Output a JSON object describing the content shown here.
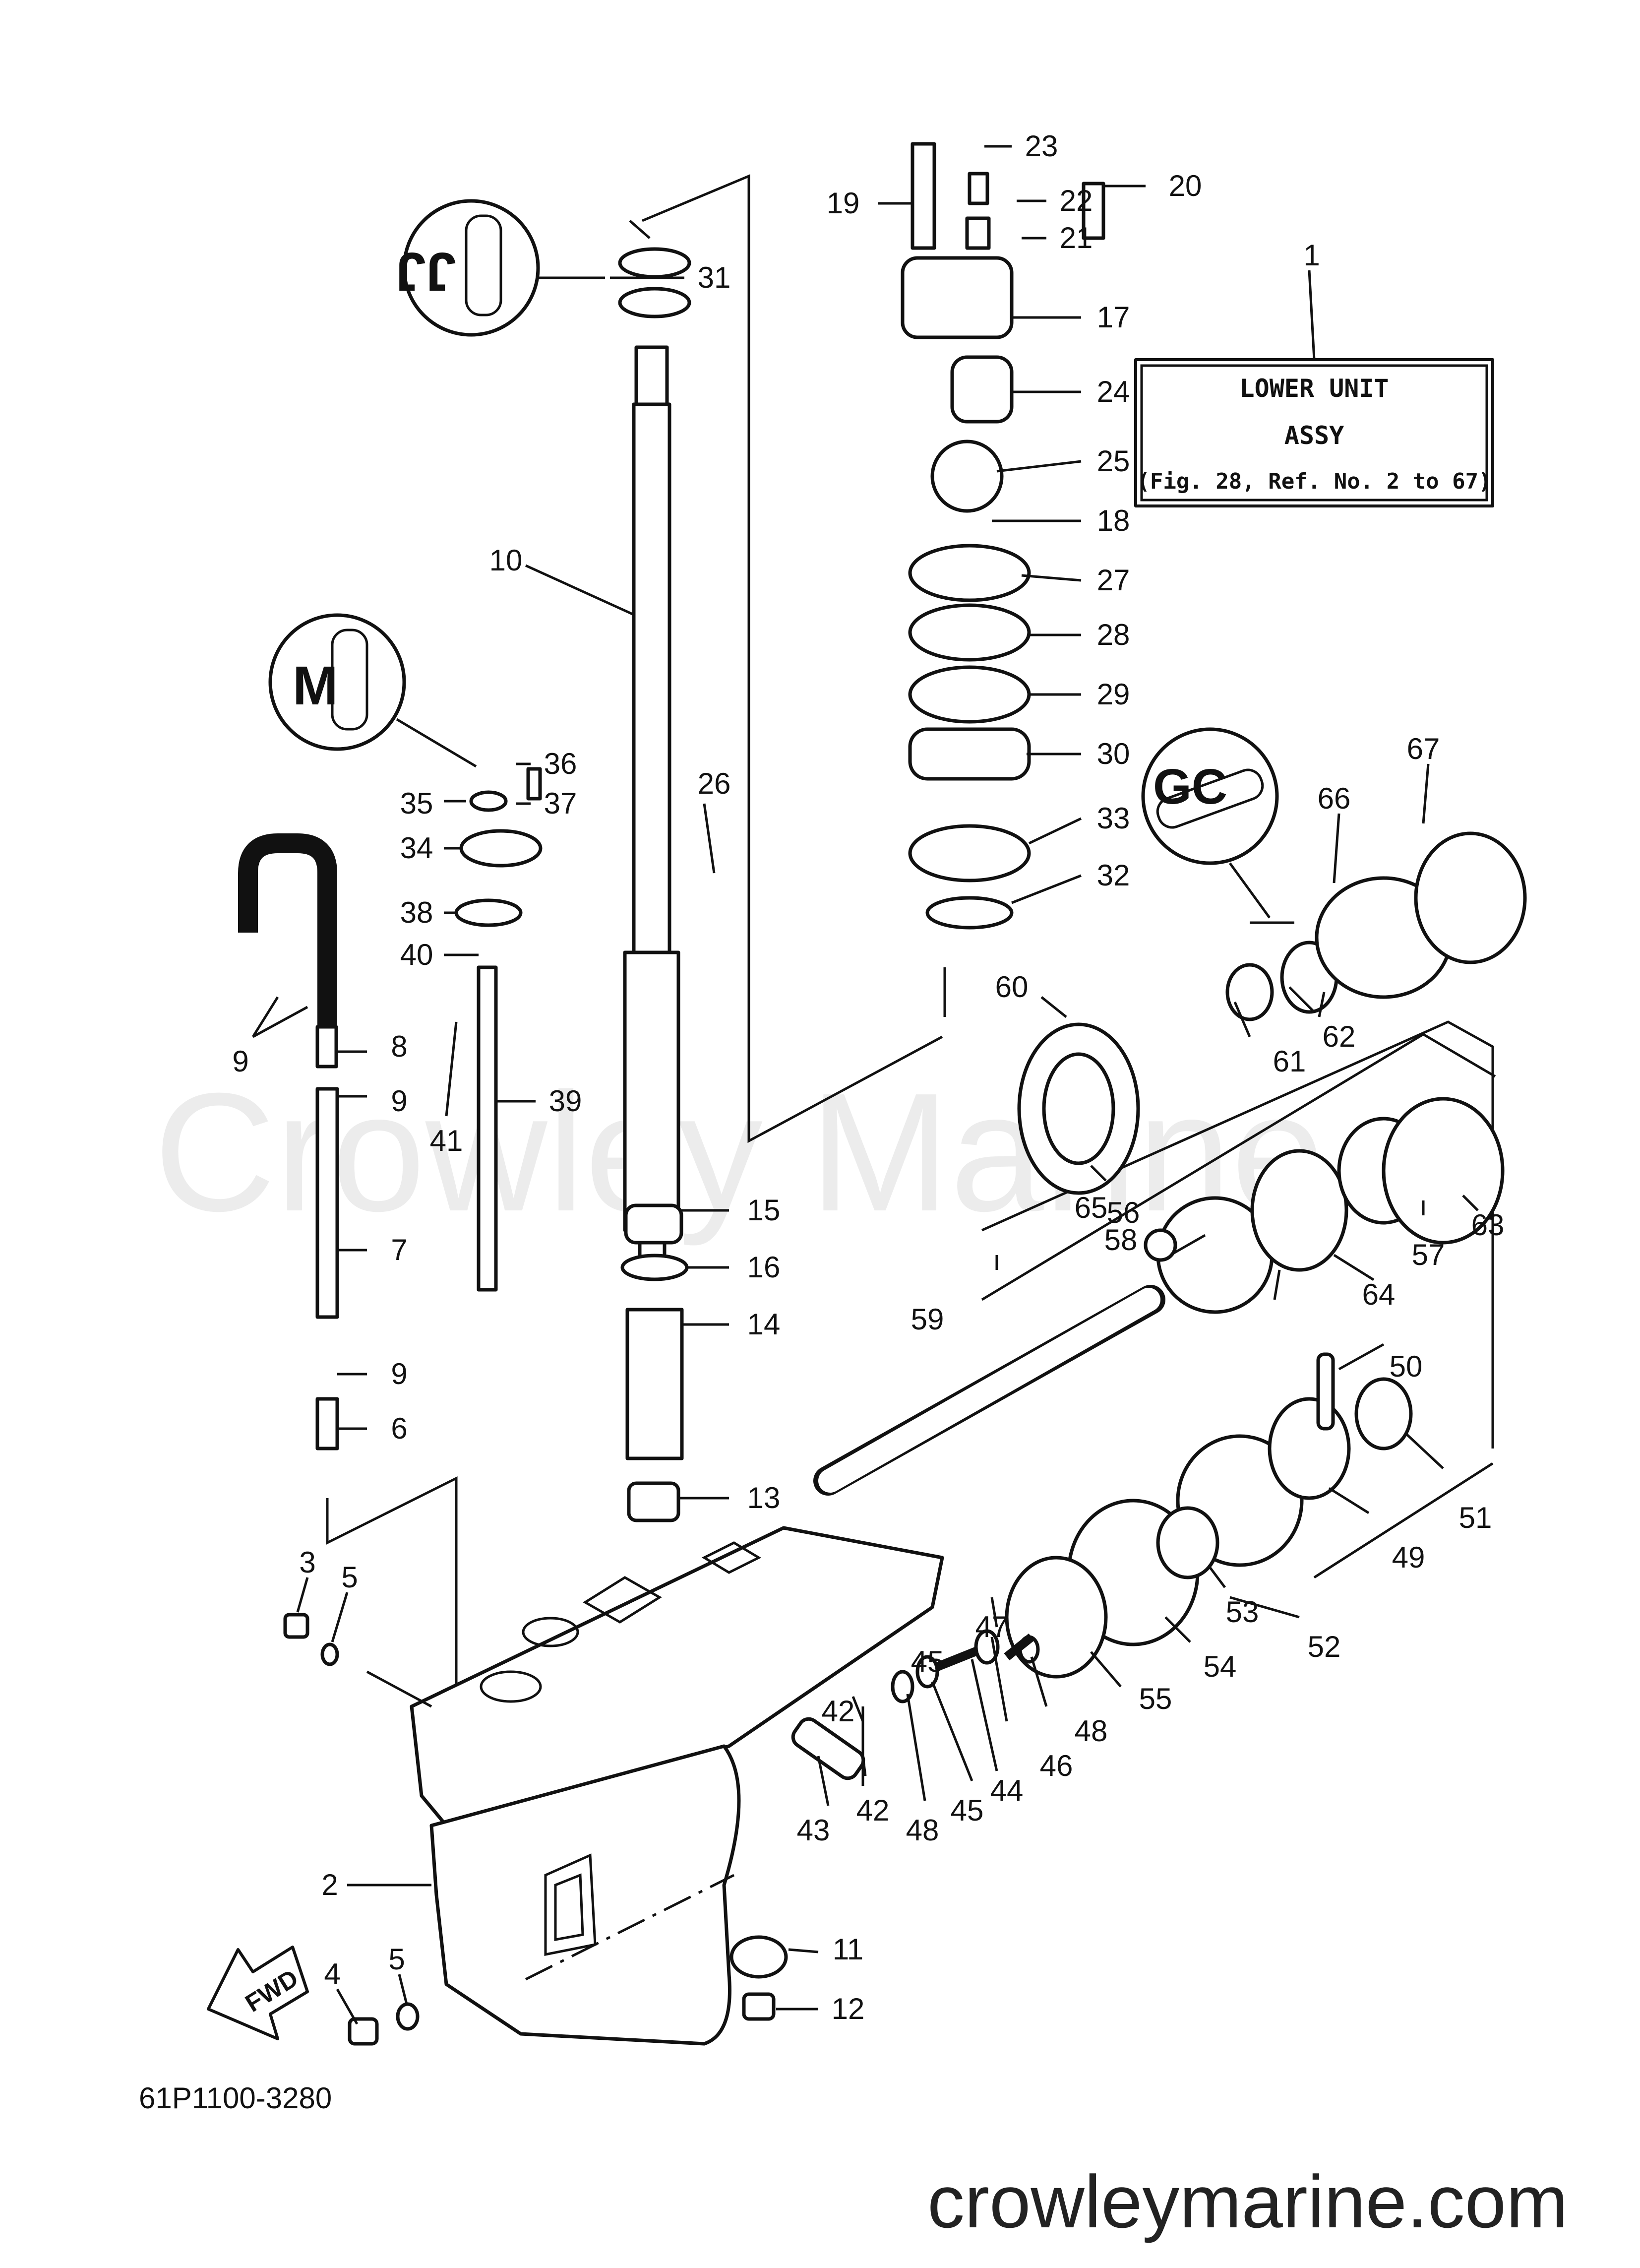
{
  "watermark": "Crowley Marine",
  "website": "crowleymarine.com",
  "diagram_code": "61P1100-3280",
  "fwd_label": "FWD",
  "note_box": {
    "line1": "LOWER UNIT",
    "line2": "ASSY",
    "line3": "(Fig. 28, Ref. No. 2 to 67)"
  },
  "callouts": {
    "c1": "1",
    "c2": "2",
    "c3": "3",
    "c4": "4",
    "c5a": "5",
    "c5b": "5",
    "c6": "6",
    "c7": "7",
    "c8": "8",
    "c9a": "9",
    "c9b": "9",
    "c9c": "9",
    "c10": "10",
    "c11": "11",
    "c12": "12",
    "c13": "13",
    "c14": "14",
    "c15": "15",
    "c16": "16",
    "c17": "17",
    "c18": "18",
    "c19": "19",
    "c20": "20",
    "c21": "21",
    "c22": "22",
    "c23": "23",
    "c24": "24",
    "c25": "25",
    "c26": "26",
    "c27": "27",
    "c28": "28",
    "c29": "29",
    "c30": "30",
    "c31": "31",
    "c32": "32",
    "c33": "33",
    "c34": "34",
    "c35": "35",
    "c36": "36",
    "c37": "37",
    "c38": "38",
    "c39": "39",
    "c40": "40",
    "c41": "41",
    "c42a": "42",
    "c42b": "42",
    "c43": "43",
    "c44": "44",
    "c45a": "45",
    "c45b": "45",
    "c46": "46",
    "c47": "47",
    "c48a": "48",
    "c48b": "48",
    "c49": "49",
    "c50": "50",
    "c51": "51",
    "c52": "52",
    "c53": "53",
    "c54": "54",
    "c55": "55",
    "c56": "56",
    "c57": "57",
    "c58": "58",
    "c59": "59",
    "c60": "60",
    "c61": "61",
    "c62": "62",
    "c63": "63",
    "c64": "64",
    "c65": "65",
    "c66": "66",
    "c67": "67"
  }
}
